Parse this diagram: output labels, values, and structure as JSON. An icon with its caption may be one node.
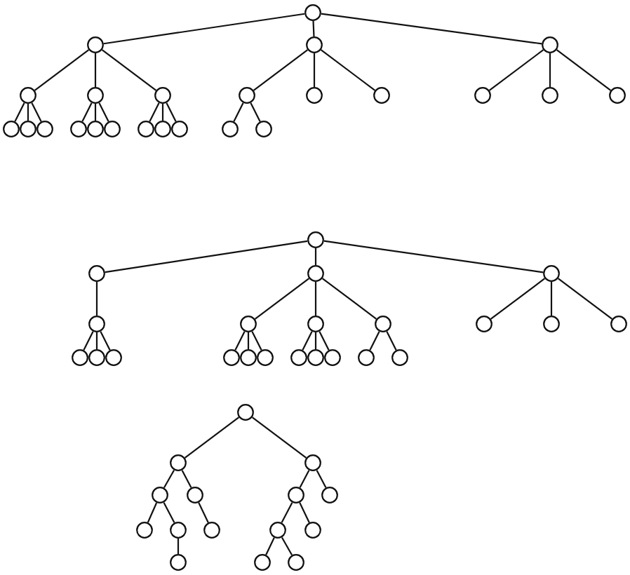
{
  "diagram": {
    "nodes": [
      {
        "text": [],
        "shape": "circle"
      },
      {
        "text": [],
        "shape": "circle"
      },
      {
        "text": [],
        "shape": "circle"
      },
      {
        "text": [],
        "shape": "circle"
      },
      {
        "text": [],
        "shape": "circle"
      },
      {
        "text": [],
        "shape": "circle"
      },
      {
        "text": [],
        "shape": "circle"
      },
      {
        "text": [],
        "shape": "circle"
      },
      {
        "text": [],
        "shape": "circle"
      },
      {
        "text": [],
        "shape": "circle"
      },
      {
        "text": [],
        "shape": "circle"
      },
      {
        "text": [],
        "shape": "circle"
      },
      {
        "text": [],
        "shape": "circle"
      },
      {
        "text": [],
        "shape": "circle"
      },
      {
        "text": [],
        "shape": "circle"
      },
      {
        "text": [],
        "shape": "circle"
      },
      {
        "text": [],
        "shape": "circle"
      },
      {
        "text": [],
        "shape": "circle"
      },
      {
        "text": [],
        "shape": "circle"
      },
      {
        "text": [],
        "shape": "circle"
      },
      {
        "text": [],
        "shape": "circle"
      },
      {
        "text": [],
        "shape": "circle"
      },
      {
        "text": [],
        "shape": "circle"
      },
      {
        "text": [],
        "shape": "circle"
      },
      {
        "text": [],
        "shape": "circle"
      },
      {
        "text": [],
        "shape": "circle"
      },
      {
        "text": [],
        "shape": "circle"
      },
      {
        "text": [],
        "shape": "circle"
      },
      {
        "text": [],
        "shape": "circle"
      },
      {
        "text": [],
        "shape": "circle"
      },
      {
        "text": [],
        "shape": "circle"
      },
      {
        "text": [],
        "shape": "circle"
      },
      {
        "text": [],
        "shape": "circle"
      },
      {
        "text": [],
        "shape": "circle"
      },
      {
        "text": [],
        "shape": "circle"
      },
      {
        "text": [],
        "shape": "circle"
      },
      {
        "text": [],
        "shape": "circle"
      },
      {
        "text": [],
        "shape": "circle"
      },
      {
        "text": [],
        "shape": "circle"
      },
      {
        "text": [],
        "shape": "circle"
      },
      {
        "text": [],
        "shape": "circle"
      },
      {
        "text": [],
        "shape": "circle"
      },
      {
        "text": [],
        "shape": "circle"
      },
      {
        "text": [],
        "shape": "circle"
      },
      {
        "text": [],
        "shape": "circle"
      },
      {
        "text": [],
        "shape": "circle"
      },
      {
        "text": [],
        "shape": "circle"
      },
      {
        "text": [],
        "shape": "circle"
      },
      {
        "text": [],
        "shape": "circle"
      },
      {
        "text": [],
        "shape": "circle"
      },
      {
        "text": [],
        "shape": "circle"
      },
      {
        "text": [],
        "shape": "circle"
      },
      {
        "text": [],
        "shape": "circle"
      },
      {
        "text": [],
        "shape": "circle"
      },
      {
        "text": [],
        "shape": "circle"
      },
      {
        "text": [],
        "shape": "circle"
      },
      {
        "text": [],
        "shape": "circle"
      },
      {
        "text": [],
        "shape": "circle"
      },
      {
        "text": [],
        "shape": "circle"
      },
      {
        "text": [],
        "shape": "circle"
      },
      {
        "text": [],
        "shape": "circle"
      }
    ],
    "edges": [
      {
        "from": 0,
        "to": 1,
        "arrow": "none"
      },
      {
        "from": 0,
        "to": 2,
        "arrow": "none"
      },
      {
        "from": 0,
        "to": 3,
        "arrow": "none"
      },
      {
        "from": 1,
        "to": 4,
        "arrow": "none"
      },
      {
        "from": 1,
        "to": 5,
        "arrow": "none"
      },
      {
        "from": 1,
        "to": 6,
        "arrow": "none"
      },
      {
        "from": 2,
        "to": 7,
        "arrow": "none"
      },
      {
        "from": 2,
        "to": 8,
        "arrow": "none"
      },
      {
        "from": 2,
        "to": 9,
        "arrow": "none"
      },
      {
        "from": 3,
        "to": 10,
        "arrow": "none"
      },
      {
        "from": 3,
        "to": 11,
        "arrow": "none"
      },
      {
        "from": 3,
        "to": 12,
        "arrow": "none"
      },
      {
        "from": 4,
        "to": 13,
        "arrow": "none"
      },
      {
        "from": 4,
        "to": 14,
        "arrow": "none"
      },
      {
        "from": 4,
        "to": 15,
        "arrow": "none"
      },
      {
        "from": 5,
        "to": 16,
        "arrow": "none"
      },
      {
        "from": 5,
        "to": 17,
        "arrow": "none"
      },
      {
        "from": 5,
        "to": 18,
        "arrow": "none"
      },
      {
        "from": 6,
        "to": 19,
        "arrow": "none"
      },
      {
        "from": 6,
        "to": 20,
        "arrow": "none"
      },
      {
        "from": 6,
        "to": 21,
        "arrow": "none"
      },
      {
        "from": 7,
        "to": 22,
        "arrow": "none"
      },
      {
        "from": 7,
        "to": 23,
        "arrow": "none"
      },
      {
        "from": 24,
        "to": 25,
        "arrow": "none"
      },
      {
        "from": 24,
        "to": 26,
        "arrow": "none"
      },
      {
        "from": 24,
        "to": 27,
        "arrow": "none"
      },
      {
        "from": 25,
        "to": 28,
        "arrow": "none"
      },
      {
        "from": 26,
        "to": 29,
        "arrow": "none"
      },
      {
        "from": 26,
        "to": 30,
        "arrow": "none"
      },
      {
        "from": 26,
        "to": 31,
        "arrow": "none"
      },
      {
        "from": 27,
        "to": 32,
        "arrow": "none"
      },
      {
        "from": 27,
        "to": 33,
        "arrow": "none"
      },
      {
        "from": 27,
        "to": 34,
        "arrow": "none"
      },
      {
        "from": 28,
        "to": 35,
        "arrow": "none"
      },
      {
        "from": 28,
        "to": 36,
        "arrow": "none"
      },
      {
        "from": 28,
        "to": 37,
        "arrow": "none"
      },
      {
        "from": 29,
        "to": 38,
        "arrow": "none"
      },
      {
        "from": 29,
        "to": 39,
        "arrow": "none"
      },
      {
        "from": 29,
        "to": 40,
        "arrow": "none"
      },
      {
        "from": 30,
        "to": 41,
        "arrow": "none"
      },
      {
        "from": 30,
        "to": 42,
        "arrow": "none"
      },
      {
        "from": 30,
        "to": 43,
        "arrow": "none"
      },
      {
        "from": 31,
        "to": 44,
        "arrow": "none"
      },
      {
        "from": 31,
        "to": 45,
        "arrow": "none"
      },
      {
        "from": 46,
        "to": 47,
        "arrow": "none"
      },
      {
        "from": 46,
        "to": 48,
        "arrow": "none"
      },
      {
        "from": 47,
        "to": 49,
        "arrow": "none"
      },
      {
        "from": 47,
        "to": 50,
        "arrow": "none"
      },
      {
        "from": 48,
        "to": 51,
        "arrow": "none"
      },
      {
        "from": 48,
        "to": 52,
        "arrow": "none"
      },
      {
        "from": 49,
        "to": 53,
        "arrow": "none"
      },
      {
        "from": 49,
        "to": 54,
        "arrow": "none"
      },
      {
        "from": 50,
        "to": 55,
        "arrow": "none"
      },
      {
        "from": 51,
        "to": 56,
        "arrow": "none"
      },
      {
        "from": 51,
        "to": 57,
        "arrow": "none"
      },
      {
        "from": 54,
        "to": 58,
        "arrow": "none"
      },
      {
        "from": 56,
        "to": 59,
        "arrow": "none"
      },
      {
        "from": 56,
        "to": 60,
        "arrow": "none"
      }
    ]
  }
}
